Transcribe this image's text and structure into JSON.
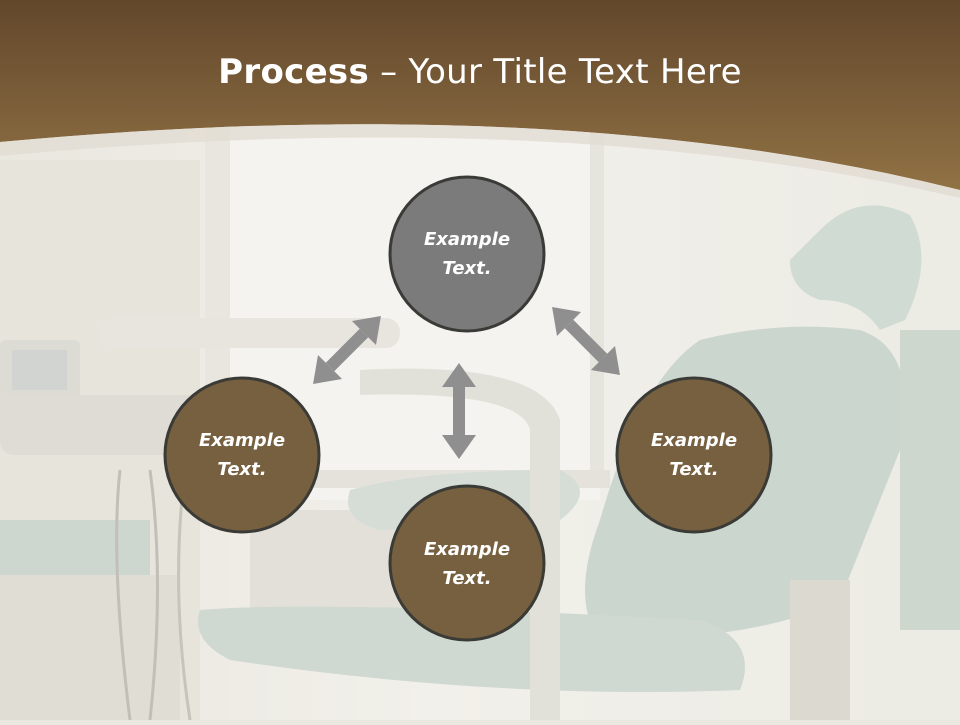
{
  "slide": {
    "title_bold": "Process",
    "title_dash": " – ",
    "title_rest": "Your Title Text Here",
    "colors": {
      "header_top": "#62472b",
      "header_bottom": "#8e7044",
      "center_node": "#7b7b7b",
      "outer_nodes": "#77603f",
      "node_border": "#3a3a36",
      "arrow": "#8f8f8f"
    },
    "nodes": [
      {
        "id": "top",
        "line1": "Example",
        "line2": "Text."
      },
      {
        "id": "left",
        "line1": "Example",
        "line2": "Text."
      },
      {
        "id": "right",
        "line1": "Example",
        "line2": "Text."
      },
      {
        "id": "bottom",
        "line1": "Example",
        "line2": "Text."
      }
    ]
  }
}
